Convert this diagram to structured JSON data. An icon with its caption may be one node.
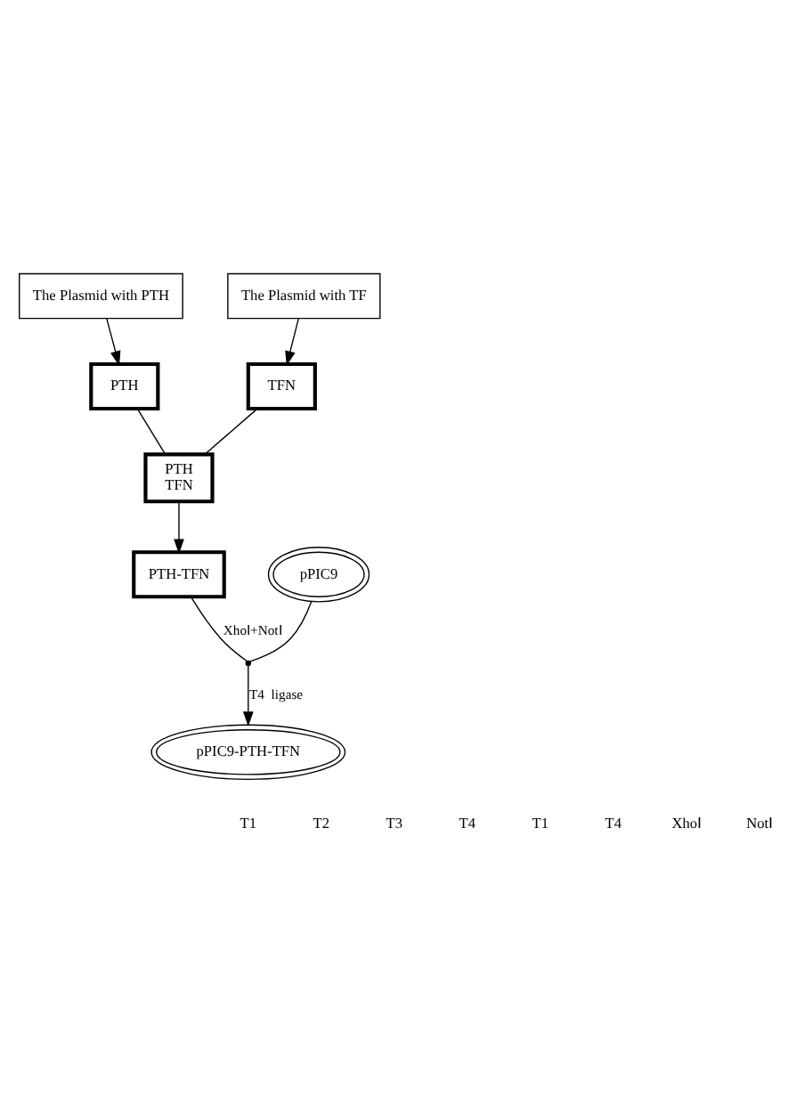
{
  "diagram": {
    "nodes": [
      {
        "text": [
          "The Plasmid with PTH"
        ]
      },
      {
        "text": [
          "The Plasmid with TF"
        ]
      },
      {
        "text": [
          "PTH"
        ]
      },
      {
        "text": [
          "TFN"
        ]
      },
      {
        "text": [
          "PTH",
          "TFN"
        ]
      },
      {
        "text": [
          "PTH-TFN"
        ]
      },
      {
        "text": [
          "pPIC9"
        ]
      },
      {
        "text": [],
        "shape": "point"
      },
      {
        "text": [
          "pPIC9-PTH-TFN"
        ]
      }
    ],
    "edges": [
      {
        "from": 0,
        "to": 2,
        "arrow": "to"
      },
      {
        "from": 1,
        "to": 3,
        "arrow": "to"
      },
      {
        "from": 2,
        "to": 4,
        "arrow": "none"
      },
      {
        "from": 3,
        "to": 4,
        "arrow": "none"
      },
      {
        "from": 4,
        "to": 5,
        "arrow": "to"
      },
      {
        "from": 5,
        "to": 7,
        "arrow": "none",
        "label": "XhoⅠ+NotⅠ"
      },
      {
        "from": 6,
        "to": 7,
        "arrow": "none"
      },
      {
        "from": 7,
        "to": 8,
        "arrow": "to",
        "label": "T4  ligase"
      }
    ],
    "labels": [
      "T1",
      "T2",
      "T3",
      "T4",
      "T1",
      "T4",
      "XhoⅠ",
      "NotⅠ"
    ]
  }
}
